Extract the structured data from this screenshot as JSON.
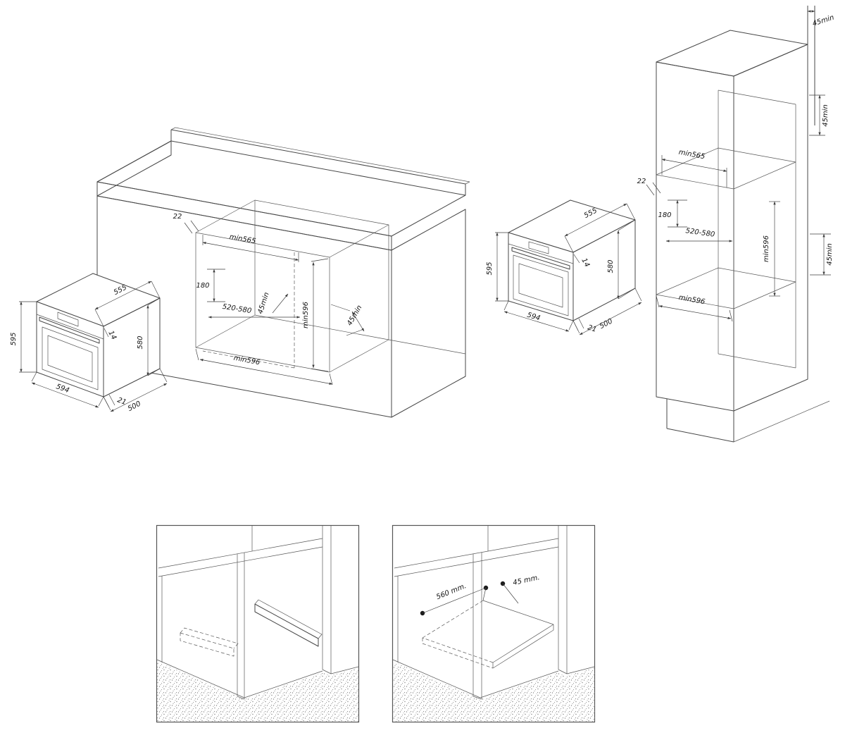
{
  "views": {
    "oven_left": {
      "height": "595",
      "depth": "555",
      "door_offset": "14",
      "body_height": "580",
      "width": "594",
      "overhang": "21",
      "body_depth": "500"
    },
    "base_cabinet_niche": {
      "panel_thickness": "22",
      "width_min": "min565",
      "vent_height": "180",
      "depth_range": "520-580",
      "clearance_min": "45min",
      "height_min": "min596",
      "bottom_width_min": "min596",
      "side_clearance_min": "45min"
    },
    "oven_right": {
      "height": "595",
      "depth": "555",
      "door_offset": "14",
      "body_height": "580",
      "width": "594",
      "overhang": "21",
      "body_depth": "500"
    },
    "tall_cabinet_niche": {
      "top_clearance_min": "45min",
      "upper_clearance_min": "45min",
      "panel_thickness": "22",
      "width_min": "min565",
      "vent_height": "180",
      "depth_range": "520-580",
      "height_min": "min596",
      "bottom_width_min": "min596",
      "lower_clearance_min": "45min"
    },
    "mounting_detail": {
      "rail_length": "560 mm.",
      "front_offset": "45 mm."
    }
  }
}
